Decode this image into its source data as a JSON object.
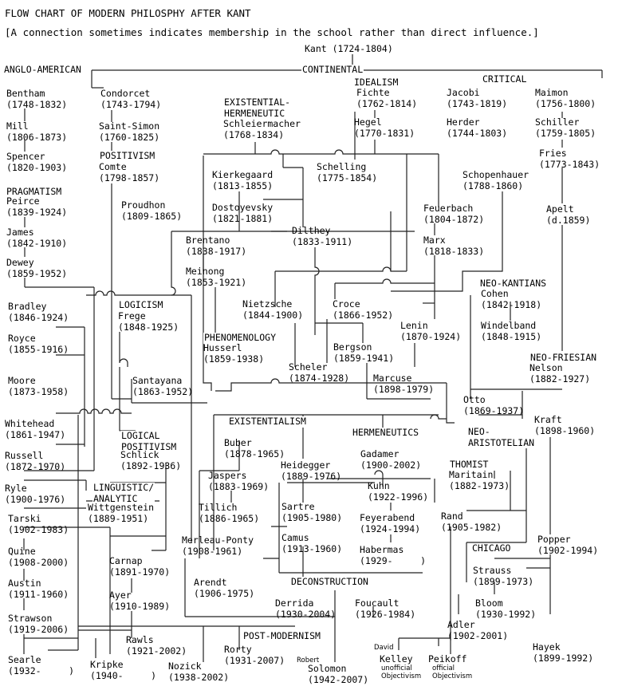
{
  "title": "FLOW CHART OF MODERN PHILOSPHY AFTER KANT",
  "subtitle": "[A connection sometimes indicates membership in the school rather than direct influence.]",
  "labels": {
    "anglo": "ANGLO-AMERICAN",
    "continental": "CONTINENTAL",
    "idealism": "IDEALISM",
    "critical": "CRITICAL",
    "existential_hermeneutic": "EXISTENTIAL-\nHERMENEUTIC",
    "positivism": "POSITIVISM",
    "pragmatism": "PRAGMATISM",
    "logicism": "LOGICISM",
    "phenomenology": "PHENOMENOLOGY",
    "neo_kantians": "NEO-KANTIANS",
    "neo_friesian": "NEO-FRIESIAN",
    "logical_positivism": "LOGICAL\nPOSITIVISM",
    "existentialism": "EXISTENTIALISM",
    "hermeneutics": "HERMENEUTICS",
    "neo_aristotelian": "NEO-\nARISTOTELIAN",
    "linguistic": "LINGUISTIC/\nANALYTIC",
    "thomist": "THOMIST",
    "chicago": "CHICAGO",
    "deconstruction": "DECONSTRUCTION",
    "post_modernism": "POST-MODERNISM"
  },
  "nodes": {
    "kant": "Kant (1724-1804)",
    "bentham": "Bentham\n(1748-1832)",
    "mill": "Mill\n(1806-1873)",
    "spencer": "Spencer\n(1820-1903)",
    "peirce": "Peirce\n(1839-1924)",
    "james": "James\n(1842-1910)",
    "dewey": "Dewey\n(1859-1952)",
    "bradley": "Bradley\n(1846-1924)",
    "royce": "Royce\n(1855-1916)",
    "moore": "Moore\n(1873-1958)",
    "whitehead": "Whitehead\n(1861-1947)",
    "russell": "Russell\n(1872-1970)",
    "ryle": "Ryle\n(1900-1976)",
    "tarski": "Tarski\n(1902-1983)",
    "quine": "Quine\n(1908-2000)",
    "austin": "Austin\n(1911-1960)",
    "strawson": "Strawson\n(1919-2006)",
    "searle": "Searle\n(1932-     )",
    "condorcet": "Condorcet\n(1743-1794)",
    "saint_simon": "Saint-Simon\n(1760-1825)",
    "comte": "Comte\n(1798-1857)",
    "proudhon": "Proudhon\n(1809-1865)",
    "frege": "Frege\n(1848-1925)",
    "santayana": "Santayana\n(1863-1952)",
    "schlick": "Schlick\n(1892-1936)",
    "wittgenstein": "Wittgenstein\n(1889-1951)",
    "carnap": "Carnap\n(1891-1970)",
    "ayer": "Ayer\n(1910-1989)",
    "rawls": "Rawls\n(1921-2002)",
    "kripke": "Kripke\n(1940-     )",
    "nozick": "Nozick\n(1938-2002)",
    "schleiermacher": "Schleiermacher\n(1768-1834)",
    "fichte": "Fichte\n(1762-1814)",
    "hegel": "Hegel\n(1770-1831)",
    "schelling": "Schelling\n(1775-1854)",
    "kierkegaard": "Kierkegaard\n(1813-1855)",
    "dostoyevsky": "Dostoyevsky\n(1821-1881)",
    "dilthey": "Dilthey\n(1833-1911)",
    "brentano": "Brentano\n(1838-1917)",
    "meinong": "Meinong\n(1853-1921)",
    "husserl": "Husserl\n(1859-1938)",
    "nietzsche": "Nietzsche\n(1844-1900)",
    "croce": "Croce\n(1866-1952)",
    "bergson": "Bergson\n(1859-1941)",
    "scheler": "Scheler\n(1874-1928)",
    "marcuse": "Marcuse\n(1898-1979)",
    "buber": "Buber\n(1878-1965)",
    "jaspers": "Jaspers\n(1883-1969)",
    "tillich": "Tillich\n(1886-1965)",
    "merleau": "Merleau-Ponty\n(1908-1961)",
    "heidegger": "Heidegger\n(1889-1976)",
    "sartre": "Sartre\n(1905-1980)",
    "camus": "Camus\n(1913-1960)",
    "arendt": "Arendt\n(1906-1975)",
    "gadamer": "Gadamer\n(1900-2002)",
    "kuhn": "Kuhn\n(1922-1996)",
    "feyerabend": "Feyerabend\n(1924-1994)",
    "habermas": "Habermas\n(1929-     )",
    "derrida": "Derrida\n(1930-2004)",
    "foucault": "Foucault\n(1926-1984)",
    "rorty": "Rorty\n(1931-2007)",
    "solomon_first": "Robert",
    "solomon": "Solomon\n(1942-2007)",
    "jacobi": "Jacobi\n(1743-1819)",
    "herder": "Herder\n(1744-1803)",
    "maimon": "Maimon\n(1756-1800)",
    "schiller": "Schiller\n(1759-1805)",
    "fries": "Fries\n(1773-1843)",
    "apelt": "Apelt\n(d.1859)",
    "schopenhauer": "Schopenhauer\n(1788-1860)",
    "feuerbach": "Feuerbach\n(1804-1872)",
    "marx": "Marx\n(1818-1833)",
    "lenin": "Lenin\n(1870-1924)",
    "cohen": "Cohen\n(1842-1918)",
    "windelband": "Windelband\n(1848-1915)",
    "nelson": "Nelson\n(1882-1927)",
    "otto": "Otto\n(1869-1937)",
    "kraft": "Kraft\n(1898-1960)",
    "maritain": "Maritain\n(1882-1973)",
    "rand": "Rand\n(1905-1982)",
    "popper": "Popper\n(1902-1994)",
    "strauss": "Strauss\n(1899-1973)",
    "bloom": "Bloom\n(1930-1992)",
    "adler": "Adler\n(1902-2001)",
    "hayek": "Hayek\n(1899-1992)",
    "kelley_first": "David",
    "kelley": "Kelley",
    "kelley_note": "unofficial\nObjectivism",
    "peikoff": "Peikoff",
    "peikoff_note": "official\nObjectivism"
  }
}
